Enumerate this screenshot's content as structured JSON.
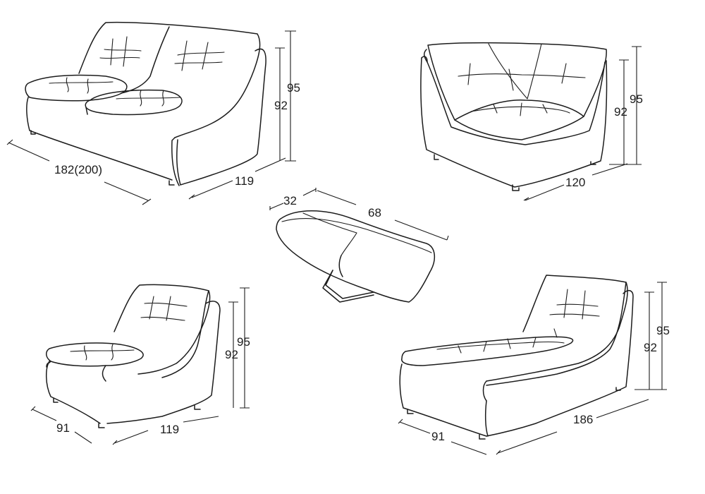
{
  "sofa_two_seat": {
    "width": "182(200)",
    "depth": "119",
    "height_back": "95",
    "height_side": "92"
  },
  "corner_chair": {
    "height_back": "95",
    "height_side": "92",
    "width": "120"
  },
  "ottoman": {
    "depth": "32",
    "length": "68"
  },
  "armless_chair": {
    "width": "91",
    "depth": "119",
    "height_back": "95",
    "height_side": "92"
  },
  "chaise_lounge": {
    "width": "91",
    "length": "186",
    "height_back": "95",
    "height_side": "92"
  }
}
